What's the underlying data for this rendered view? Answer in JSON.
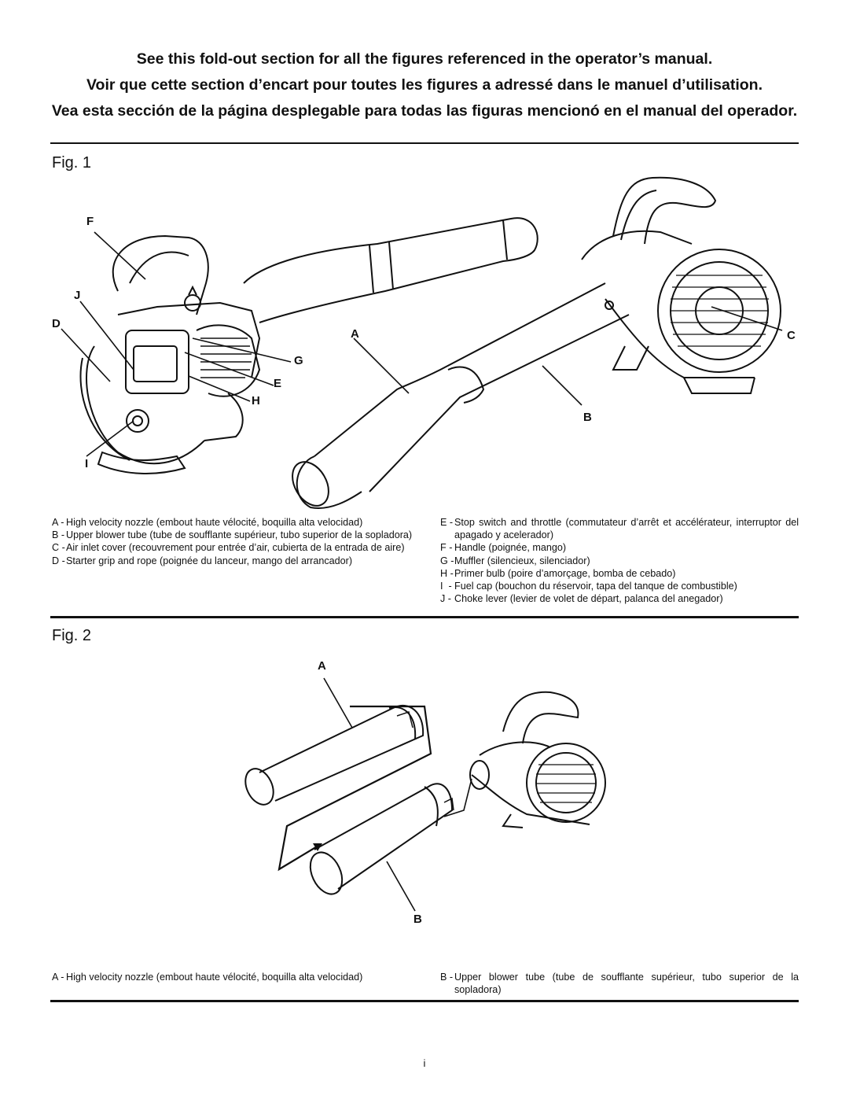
{
  "intro": {
    "en": "See this fold-out section for all the figures referenced in the operator’s manual.",
    "fr": "Voir que cette section d’encart pour toutes les figures a adressé dans le manuel d’utilisation.",
    "es": "Vea esta sección de la página desplegable para todas las figuras mencionó en el manual del operador."
  },
  "fig1": {
    "title": "Fig. 1",
    "callouts": {
      "F": "F",
      "J": "J",
      "D": "D",
      "A": "A",
      "C": "C",
      "G": "G",
      "E": "E",
      "H": "H",
      "B": "B",
      "I": "I"
    },
    "legend_left": [
      {
        "key": "A -",
        "text": "High velocity nozzle (embout haute vélocité, boquilla alta velocidad)"
      },
      {
        "key": "B -",
        "text": "Upper blower tube (tube de soufflante supérieur, tubo superior de la sopladora)"
      },
      {
        "key": "C -",
        "text": "Air inlet cover (recouvrement pour entrée d’air, cubierta de la entrada de aire)"
      },
      {
        "key": "D -",
        "text": "Starter grip and rope (poignée du lanceur, mango del arrancador)"
      }
    ],
    "legend_right": [
      {
        "key": "E -",
        "text": "Stop switch and throttle (commutateur d’arrêt et accélérateur, interruptor del apagado y acelerador)"
      },
      {
        "key": "F -",
        "text": "Handle (poignée, mango)"
      },
      {
        "key": "G -",
        "text": "Muffler (silencieux, silenciador)"
      },
      {
        "key": "H -",
        "text": "Primer bulb (poire d’amorçage, bomba de cebado)"
      },
      {
        "key": "I  -",
        "text": "Fuel cap (bouchon du réservoir, tapa del tanque de combustible)"
      },
      {
        "key": "J -",
        "text": "Choke lever (levier de volet de départ, palanca del anegador)"
      }
    ]
  },
  "fig2": {
    "title": "Fig. 2",
    "callouts": {
      "A": "A",
      "B": "B"
    },
    "legend_left": [
      {
        "key": "A -",
        "text": "High velocity nozzle (embout haute vélocité, boquilla alta velocidad)"
      }
    ],
    "legend_right": [
      {
        "key": "B -",
        "text": "Upper blower tube (tube de soufflante supérieur, tubo superior de la sopladora)"
      }
    ]
  },
  "page_number": "i"
}
